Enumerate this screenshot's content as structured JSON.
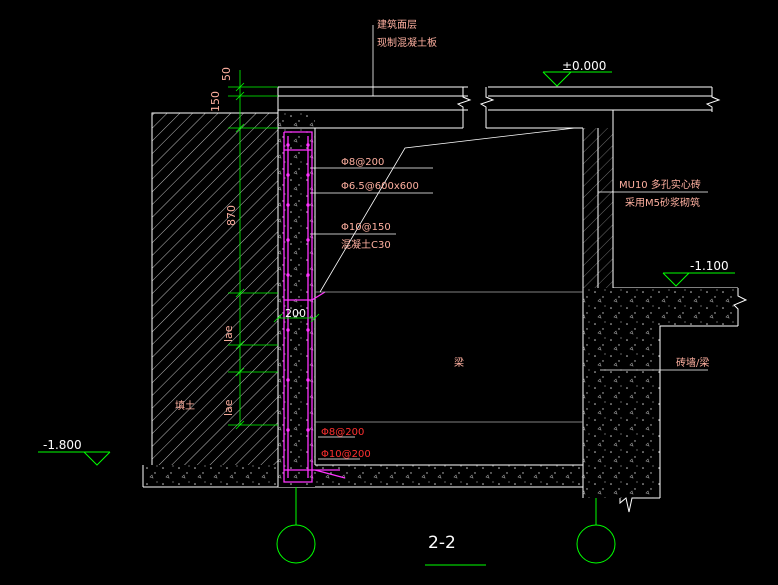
{
  "colors": {
    "background": "#000000",
    "linework": "#ffffff",
    "dimension": "#00ff00",
    "annotation": "#ffb0a0",
    "rebar": "#ff33ff",
    "highlight_text": "#ff3030",
    "axis_circle": "#00ff00",
    "level_text": "#ffffff"
  },
  "drawing": {
    "title": "2-2",
    "top_note": {
      "line1": "建筑面层",
      "line2": "现制混凝土板"
    },
    "levels": {
      "top": "±0.000",
      "mid": "-1.100",
      "left": "-1.800"
    },
    "dimensions": {
      "d1": "50",
      "d2": "150",
      "d3": "870",
      "d4": "lae",
      "d5": "lae",
      "d6": "200"
    },
    "rebar_notes": {
      "r1": "Φ8@200",
      "r2": "Φ6.5@600x600",
      "r3": "Φ10@150",
      "r4": "混凝土C30",
      "r5": "Φ8@200",
      "r6": "Φ10@200"
    },
    "wall_note": {
      "line1": "MU10 多孔实心砖",
      "line2": "采用M5砂浆砌筑"
    },
    "labels": {
      "soil": "填土",
      "center": "梁",
      "right_note": "砖墙/梁"
    }
  }
}
